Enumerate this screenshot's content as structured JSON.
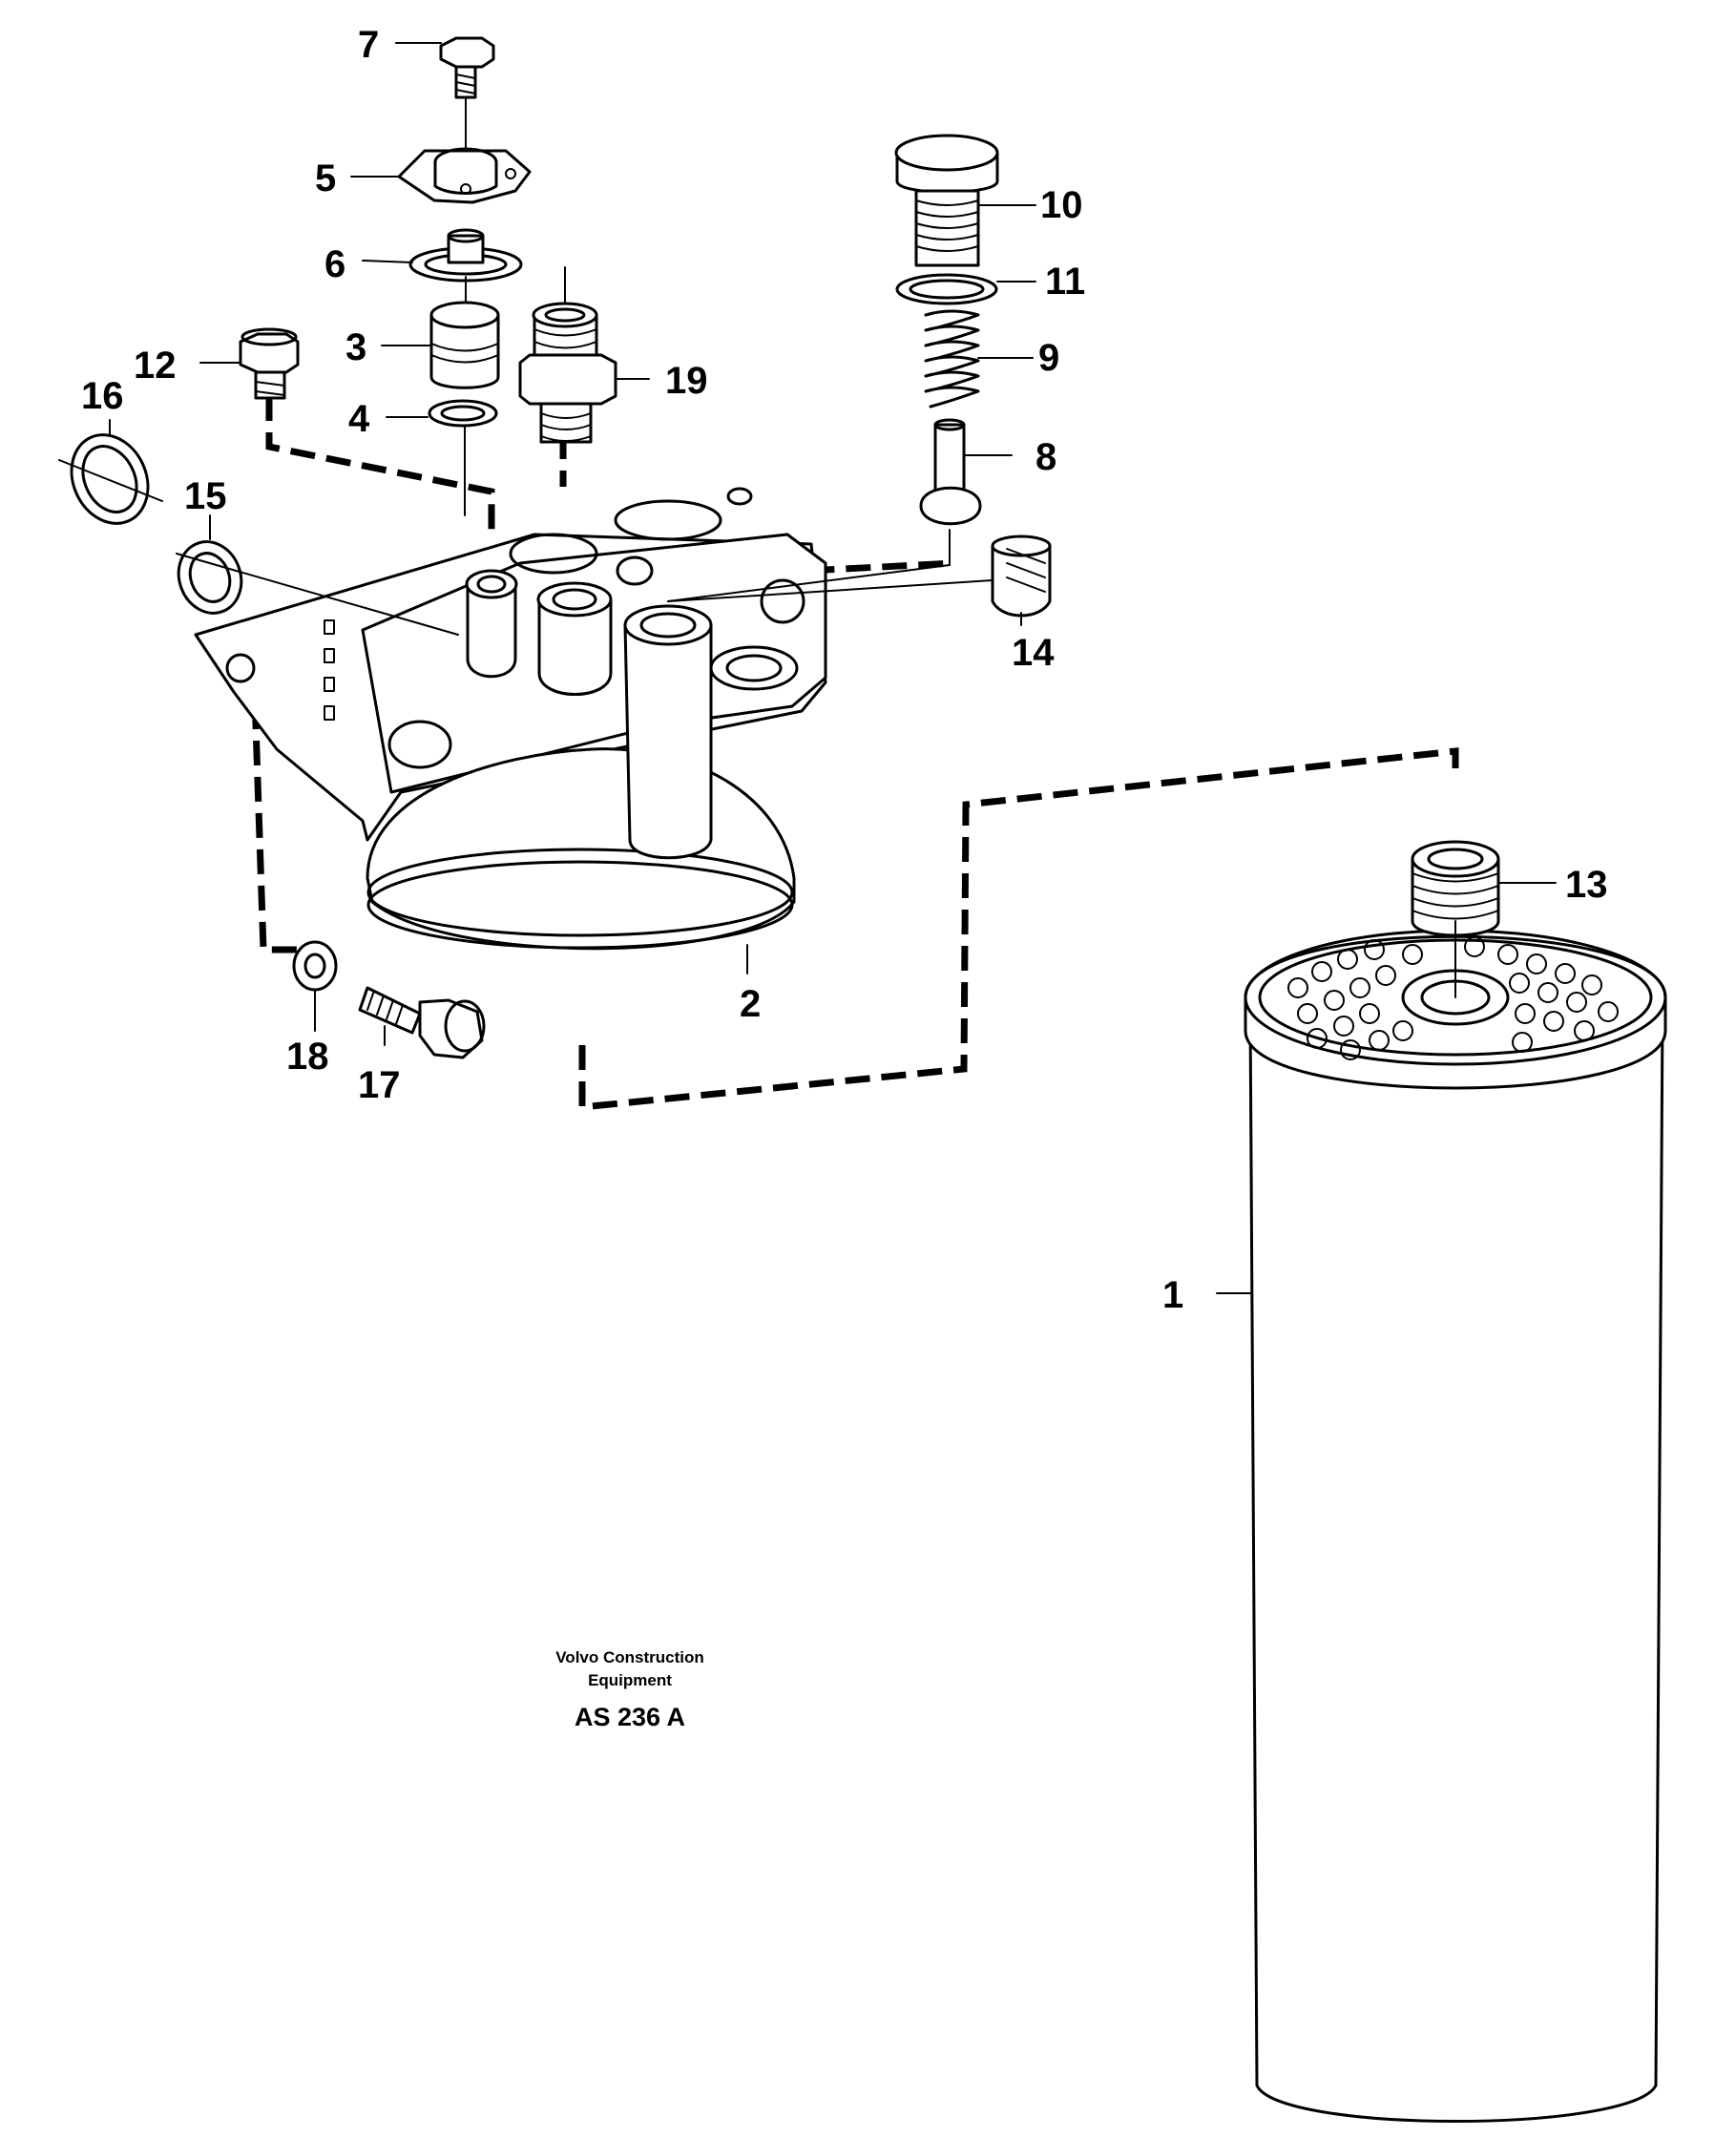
{
  "diagram": {
    "callouts": [
      {
        "id": "p1",
        "label": "1"
      },
      {
        "id": "p2",
        "label": "2"
      },
      {
        "id": "p3",
        "label": "3"
      },
      {
        "id": "p4",
        "label": "4"
      },
      {
        "id": "p5",
        "label": "5"
      },
      {
        "id": "p6",
        "label": "6"
      },
      {
        "id": "p7",
        "label": "7"
      },
      {
        "id": "p8",
        "label": "8"
      },
      {
        "id": "p9",
        "label": "9"
      },
      {
        "id": "p10",
        "label": "10"
      },
      {
        "id": "p11",
        "label": "11"
      },
      {
        "id": "p12",
        "label": "12"
      },
      {
        "id": "p13",
        "label": "13"
      },
      {
        "id": "p14",
        "label": "14"
      },
      {
        "id": "p15",
        "label": "15"
      },
      {
        "id": "p16",
        "label": "16"
      },
      {
        "id": "p17",
        "label": "17"
      },
      {
        "id": "p18",
        "label": "18"
      },
      {
        "id": "p19",
        "label": "19"
      }
    ],
    "caption": {
      "line1": "Volvo Construction",
      "line2": "Equipment",
      "code": "AS 236 A"
    }
  }
}
